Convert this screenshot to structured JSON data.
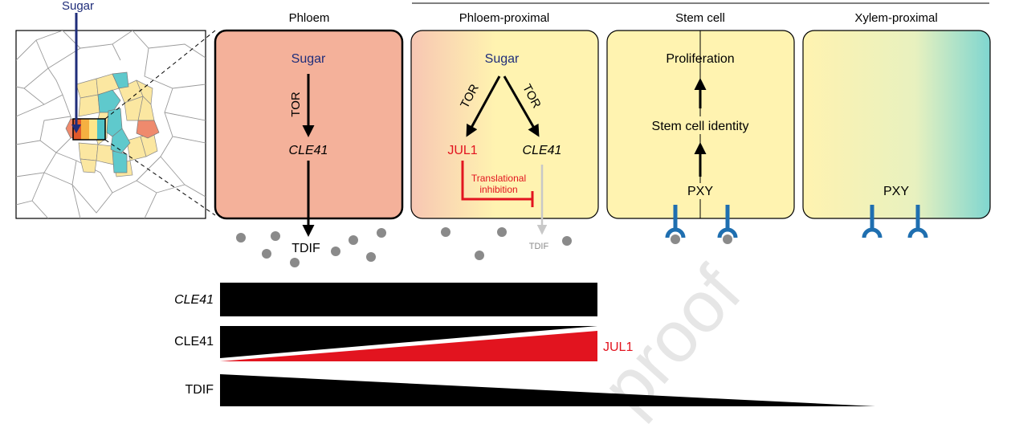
{
  "inset": {
    "sugar_label": "Sugar"
  },
  "columns": {
    "phloem": "Phloem",
    "phloem_proximal": "Phloem-proximal",
    "stem_cell": "Stem cell",
    "xylem_proximal": "Xylem-proximal"
  },
  "phloem_box": {
    "sugar": "Sugar",
    "tor": "TOR",
    "cle41": "CLE41",
    "tdif": "TDIF"
  },
  "proximal_box": {
    "sugar": "Sugar",
    "tor_left": "TOR",
    "tor_right": "TOR",
    "jul1": "JUL1",
    "cle41": "CLE41",
    "inhibition_line1": "Translational",
    "inhibition_line2": "inhibition",
    "tdif": "TDIF"
  },
  "stem_box": {
    "proliferation": "Proliferation",
    "identity": "Stem cell identity",
    "pxy": "PXY"
  },
  "xylem_box": {
    "pxy": "PXY"
  },
  "gradients": {
    "cle41_transcript": "CLE41",
    "cle41_protein": "CLE41",
    "jul1": "JUL1",
    "tdif": "TDIF"
  },
  "watermark": "proof",
  "colors": {
    "phloem_fill": "#f4b19a",
    "proximal_fill": "#fff3b0",
    "stem_fill": "#fff3b0",
    "xylem_teal": "#7fd6d0",
    "sugar_blue": "#1f2d7a",
    "jul1_red": "#e2141f",
    "receptor_blue": "#1f6fb0",
    "tdif_grey": "#8a8a8a"
  }
}
